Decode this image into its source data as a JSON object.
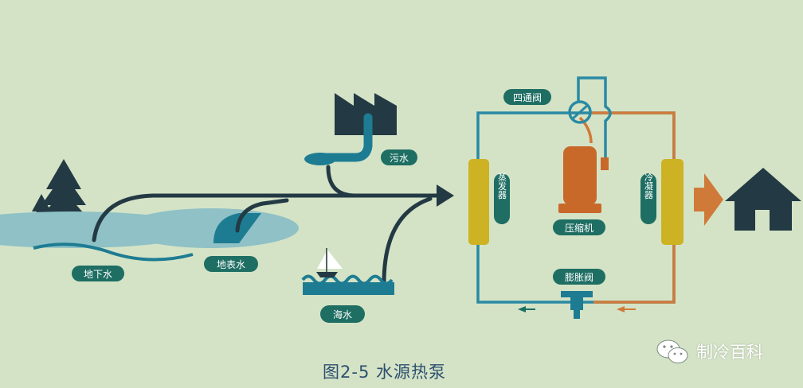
{
  "labels": {
    "groundwater": "地下水",
    "surface_water": "地表水",
    "sewage": "污水",
    "seawater": "海水",
    "evaporator": "蒸发器",
    "compressor": "压缩机",
    "condenser": "冷凝器",
    "four_way_valve": "四通阀",
    "expansion_valve": "膨胀阀"
  },
  "caption": "图2-5 水源热泵",
  "watermark": "制冷百科",
  "colors": {
    "background": "#d4e3c6",
    "dark": "#233a44",
    "teal": "#1d7c92",
    "water": "#8fc1c6",
    "label_bg": "#1e6e63",
    "coil": "#cdb323",
    "orange": "#c8692a",
    "hot_pipe": "#d07a3a",
    "cold_pipe": "#2a8aa4"
  }
}
